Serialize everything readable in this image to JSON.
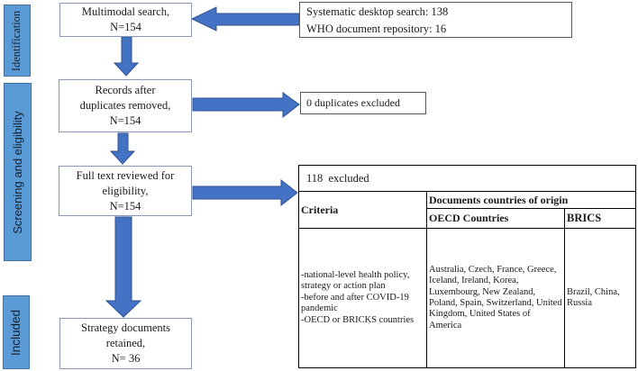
{
  "colors": {
    "arrow-fill": "#4472c4",
    "arrow-stroke": "#2f528f",
    "sidebar-fill": "#5b9bd5",
    "sidebar-stroke": "#41719c",
    "box-stroke": "#8a99b5",
    "rightbox-stroke": "#595959",
    "table-stroke": "#000000"
  },
  "sidebar": {
    "stages": [
      {
        "label": "Identification"
      },
      {
        "label": "Screening and eligibility"
      },
      {
        "label": "Included"
      }
    ]
  },
  "flow": {
    "multimodal": "Multimodal search,\nN=154",
    "records": "Records after\nduplicates removed,\nN=154",
    "fulltext": "Full text reviewed for\neligibility,\nN=154",
    "strategy": "Strategy documents\nretained,\nN= 36",
    "sources": "Systematic desktop search: 138\nWHO document repository: 16",
    "duplicates": "0 duplicates excluded"
  },
  "table": {
    "excluded": "118  excluded",
    "headers": {
      "criteria": "Criteria",
      "origin": "Documents countries of origin",
      "oecd": "OECD Countries",
      "brics": "BRICS"
    },
    "body": {
      "criteria": "-national-level health policy, strategy or action plan\n-before and after COVID-19 pandemic\n-OECD or BRICKS countries",
      "oecd": "Australia, Czech, France, Greece, Iceland, Ireland, Korea, Luxembourg, New Zealand, Poland, Spain, Switzerland, United Kingdom, United States of America",
      "brics": "Brazil, China, Russia"
    }
  }
}
